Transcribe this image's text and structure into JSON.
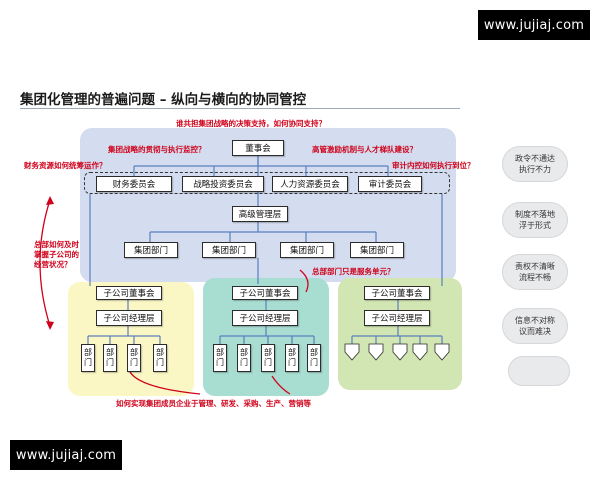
{
  "watermark_top": "www.jujiaj.com",
  "watermark_bottom": "www.jujiaj.com",
  "title": "集团化管理的普遍问题 – 纵向与横向的协同管控",
  "colors": {
    "blue_panel": "#d3ddef",
    "yellow_panel": "#fbf7c4",
    "teal_panel": "#a8ddd2",
    "green_panel": "#d2e6b3",
    "red_note": "#d0021b",
    "arrow_blue": "#5b7fbf"
  },
  "group": {
    "board": "董事会",
    "committees": [
      "财务委员会",
      "战略投资委员会",
      "人力资源委员会",
      "审计委员会"
    ],
    "senior_management": "高级管理层",
    "departments": [
      "集团部门",
      "集团部门",
      "集团部门",
      "集团部门"
    ]
  },
  "subsidiaries": [
    {
      "board": "子公司董事会",
      "management": "子公司经理层",
      "dept_chars": [
        "部",
        "门"
      ]
    },
    {
      "board": "子公司董事会",
      "management": "子公司经理层",
      "dept_chars": [
        "部",
        "门"
      ]
    },
    {
      "board": "子公司董事会",
      "management": "子公司经理层"
    }
  ],
  "notes": {
    "n1": "谁共担集团战略的决策支持，如何协同支持？",
    "n2": "集团战略的贯彻与执行监控？",
    "n3": "高管激励机制与人才梯队建设？",
    "n4": "财务资源如何统筹运作？",
    "n5": "审计内控如何执行到位？",
    "n6a": "总部如何及时",
    "n6b": "掌握子公司的",
    "n6c": "经营状况？",
    "n7": "总部部门只是服务单元？",
    "n8": "如何实现集团成员企业于管理、研发、采购、生产、营销等"
  },
  "clouds": [
    {
      "line1": "政令不通达",
      "line2": "执行不力"
    },
    {
      "line1": "制度不落地",
      "line2": "浮于形式"
    },
    {
      "line1": "责权不清晰",
      "line2": "流程不畅"
    },
    {
      "line1": "信息不对称",
      "line2": "议而难决"
    }
  ]
}
